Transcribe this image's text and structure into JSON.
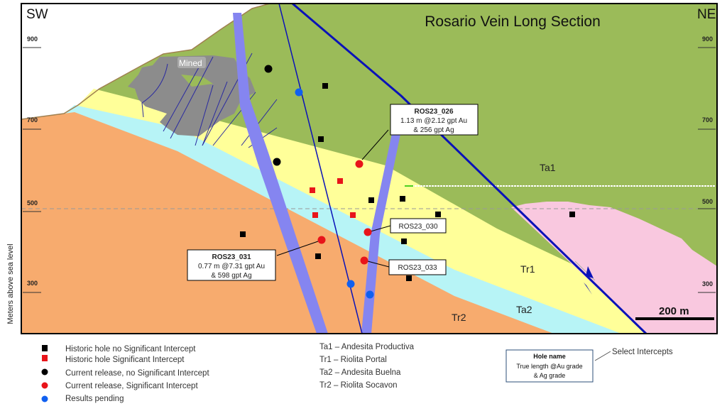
{
  "title": "Rosario Vein Long Section",
  "compass": {
    "left": "SW",
    "right": "NE"
  },
  "y_axis_label": "Meters above sea level",
  "elevations": [
    "900",
    "700",
    "500",
    "300"
  ],
  "units": {
    "ta1": "Ta1",
    "tr1": "Tr1",
    "ta2": "Ta2",
    "tr2": "Tr2",
    "mined": "Mined"
  },
  "scale_bar": "200 m",
  "colors": {
    "ta1": "#9bbb59",
    "tr1": "#ffff99",
    "ta2": "#b7f4f6",
    "tr2": "#f7ab6e",
    "pink": "#f9c8df",
    "mined": "#8c8c8c",
    "vein": "#8585f0",
    "fault": "#0a12b8",
    "red": "#e8141a",
    "blue": "#1060f0"
  },
  "callouts": [
    {
      "name": "ROS23_026",
      "line1": "1.13 m @2.12 gpt Au",
      "line2": "& 256 gpt Ag"
    },
    {
      "name": "ROS23_030"
    },
    {
      "name": "ROS23_031",
      "line1": "0.77 m @7.31 gpt Au",
      "line2": "& 598 gpt Ag"
    },
    {
      "name": "ROS23_033"
    }
  ],
  "legend": {
    "symbols": [
      {
        "label": "Historic hole no Significant Intercept",
        "icon": "black-square"
      },
      {
        "label": "Historic hole Significant Intercept",
        "icon": "red-square"
      },
      {
        "label": "Current release, no Significant Intercept",
        "icon": "black-circle"
      },
      {
        "label": "Current release, Significant Intercept",
        "icon": "red-circle"
      },
      {
        "label": "Results pending",
        "icon": "blue-circle"
      }
    ],
    "units": [
      "Ta1 – Andesita Productiva",
      "Tr1 – Riolita Portal",
      "Ta2 – Andesita Buelna",
      "Tr2 – Riolita Socavon"
    ],
    "key_box": {
      "title": "Hole name",
      "line1": "True length @Au grade",
      "line2": "& Ag grade"
    },
    "key_label": "Select Intercepts"
  }
}
